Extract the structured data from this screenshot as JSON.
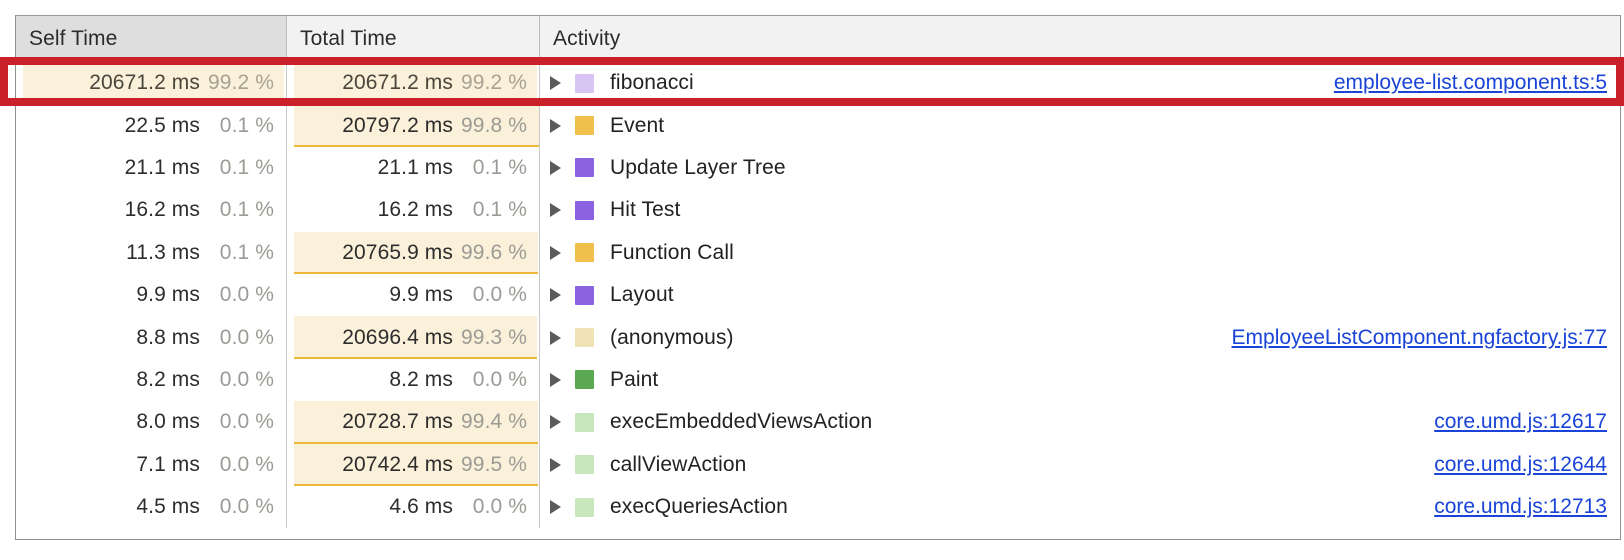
{
  "table": {
    "columns": [
      {
        "key": "self_time",
        "label": "Self Time",
        "sorted": true
      },
      {
        "key": "total_time",
        "label": "Total Time",
        "sorted": false
      },
      {
        "key": "activity",
        "label": "Activity",
        "sorted": false
      }
    ],
    "rows": [
      {
        "self_ms": "20671.2 ms",
        "self_pct": "99.2 %",
        "self_bar": 99.2,
        "total_ms": "20671.2 ms",
        "total_pct": "99.2 %",
        "total_bar": 99.2,
        "expander": "disclosure-triangle-right",
        "swatch": "#d9c5f3",
        "activity": "fibonacci",
        "link": "employee-list.component.ts:5",
        "highlighted": true
      },
      {
        "self_ms": "22.5 ms",
        "self_pct": "0.1 %",
        "self_bar": 0.1,
        "total_ms": "20797.2 ms",
        "total_pct": "99.8 %",
        "total_bar": 99.8,
        "expander": "disclosure-triangle-right",
        "swatch": "#f0bf4c",
        "activity": "Event",
        "link": "",
        "highlighted": false
      },
      {
        "self_ms": "21.1 ms",
        "self_pct": "0.1 %",
        "self_bar": 0.1,
        "total_ms": "21.1 ms",
        "total_pct": "0.1 %",
        "total_bar": 0.1,
        "expander": "disclosure-triangle-right",
        "swatch": "#8b62e0",
        "activity": "Update Layer Tree",
        "link": "",
        "highlighted": false
      },
      {
        "self_ms": "16.2 ms",
        "self_pct": "0.1 %",
        "self_bar": 0.1,
        "total_ms": "16.2 ms",
        "total_pct": "0.1 %",
        "total_bar": 0.1,
        "expander": "disclosure-triangle-right",
        "swatch": "#8b62e0",
        "activity": "Hit Test",
        "link": "",
        "highlighted": false
      },
      {
        "self_ms": "11.3 ms",
        "self_pct": "0.1 %",
        "self_bar": 0.1,
        "total_ms": "20765.9 ms",
        "total_pct": "99.6 %",
        "total_bar": 99.6,
        "expander": "disclosure-triangle-right",
        "swatch": "#f0bf4c",
        "activity": "Function Call",
        "link": "",
        "highlighted": false
      },
      {
        "self_ms": "9.9 ms",
        "self_pct": "0.0 %",
        "self_bar": 0.0,
        "total_ms": "9.9 ms",
        "total_pct": "0.0 %",
        "total_bar": 0.0,
        "expander": "disclosure-triangle-right",
        "swatch": "#8b62e0",
        "activity": "Layout",
        "link": "",
        "highlighted": false
      },
      {
        "self_ms": "8.8 ms",
        "self_pct": "0.0 %",
        "self_bar": 0.0,
        "total_ms": "20696.4 ms",
        "total_pct": "99.3 %",
        "total_bar": 99.3,
        "expander": "disclosure-triangle-right",
        "swatch": "#efe2b5",
        "activity": "(anonymous)",
        "link": "EmployeeListComponent.ngfactory.js:77",
        "highlighted": false
      },
      {
        "self_ms": "8.2 ms",
        "self_pct": "0.0 %",
        "self_bar": 0.0,
        "total_ms": "8.2 ms",
        "total_pct": "0.0 %",
        "total_bar": 0.0,
        "expander": "disclosure-triangle-right",
        "swatch": "#5aa851",
        "activity": "Paint",
        "link": "",
        "highlighted": false
      },
      {
        "self_ms": "8.0 ms",
        "self_pct": "0.0 %",
        "self_bar": 0.0,
        "total_ms": "20728.7 ms",
        "total_pct": "99.4 %",
        "total_bar": 99.4,
        "expander": "disclosure-triangle-right",
        "swatch": "#c9e7bd",
        "activity": "execEmbeddedViewsAction",
        "link": "core.umd.js:12617",
        "highlighted": false
      },
      {
        "self_ms": "7.1 ms",
        "self_pct": "0.0 %",
        "self_bar": 0.0,
        "total_ms": "20742.4 ms",
        "total_pct": "99.5 %",
        "total_bar": 99.5,
        "expander": "disclosure-triangle-right",
        "swatch": "#c9e7bd",
        "activity": "callViewAction",
        "link": "core.umd.js:12644",
        "highlighted": false
      },
      {
        "self_ms": "4.5 ms",
        "self_pct": "0.0 %",
        "self_bar": 0.0,
        "total_ms": "4.6 ms",
        "total_pct": "0.0 %",
        "total_bar": 0.0,
        "expander": "disclosure-triangle-right",
        "swatch": "#c9e7bd",
        "activity": "execQueriesAction",
        "link": "core.umd.js:12713",
        "highlighted": false
      }
    ]
  },
  "selection": {
    "outline_color": "#c9202a",
    "selected_row_index": 0,
    "selected_row_activity": "fibonacci"
  },
  "colors": {
    "header_bg": "#f2f2f2",
    "header_sorted_bg": "#dedede",
    "bar_fill": "#fbf0d9",
    "bar_underline": "#edb93c",
    "link": "#1a44d8",
    "percent_text": "#9b9b96"
  }
}
